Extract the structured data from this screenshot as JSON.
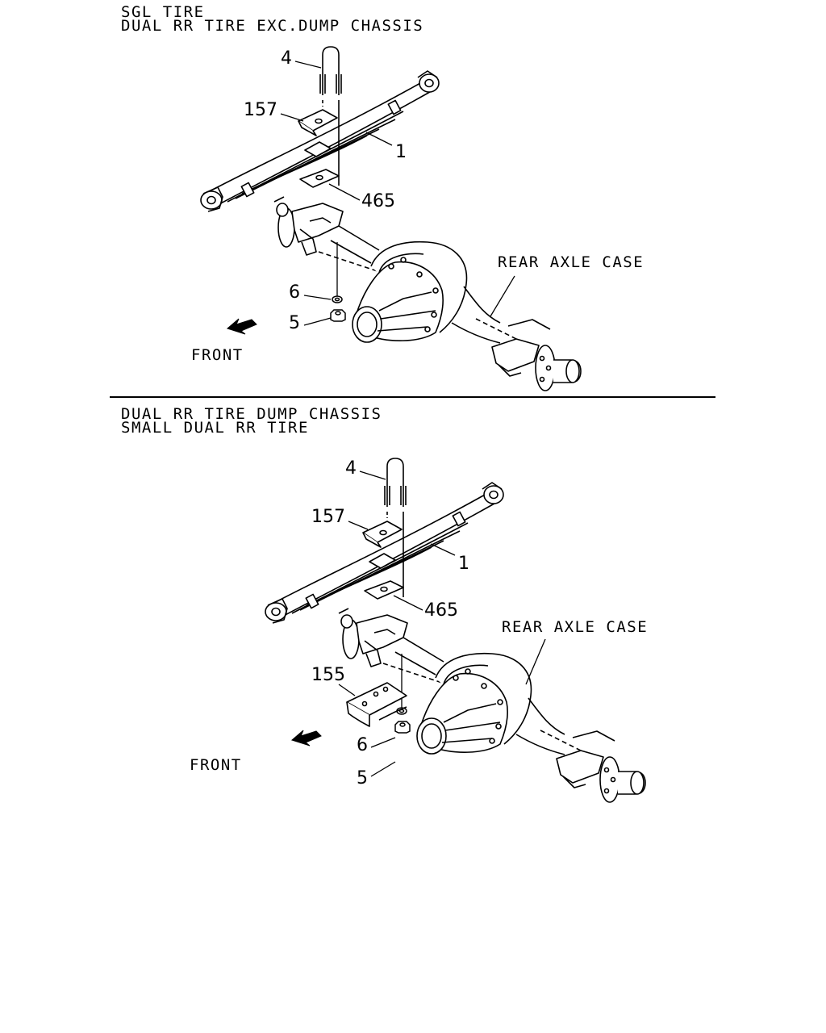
{
  "diagram_top": {
    "heading_line1": "SGL TIRE",
    "heading_line2": "DUAL RR TIRE EXC.DUMP CHASSIS",
    "callouts": {
      "c4": "4",
      "c157": "157",
      "c1": "1",
      "c465": "465",
      "c6": "6",
      "c5": "5"
    },
    "rear_axle_label": "REAR AXLE CASE",
    "front_label": "FRONT"
  },
  "diagram_bottom": {
    "heading_line1": "DUAL RR TIRE DUMP CHASSIS",
    "heading_line2": "SMALL DUAL RR TIRE",
    "callouts": {
      "c4": "4",
      "c157": "157",
      "c1": "1",
      "c465": "465",
      "c155": "155",
      "c6": "6",
      "c5": "5"
    },
    "rear_axle_label": "REAR AXLE CASE",
    "front_label": "FRONT"
  },
  "icons": {
    "front_arrow": "front-arrow-icon"
  }
}
